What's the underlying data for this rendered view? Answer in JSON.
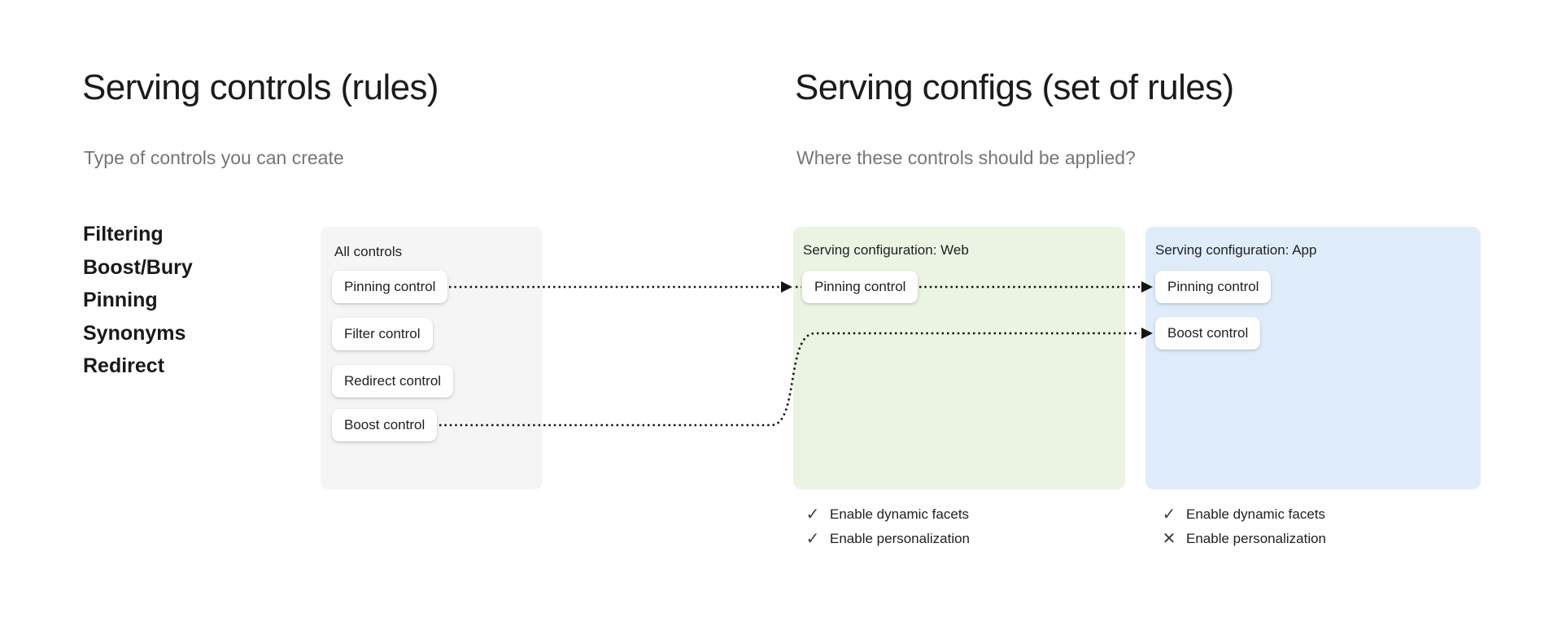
{
  "left_section": {
    "title": "Serving controls (rules)",
    "subtitle": "Type of controls you can create",
    "control_types": [
      "Filtering",
      "Boost/Bury",
      "Pinning",
      "Synonyms",
      "Redirect"
    ]
  },
  "right_section": {
    "title": "Serving configs (set of rules)",
    "subtitle": "Where these controls should be applied?"
  },
  "all_controls_panel": {
    "label": "All controls",
    "background": "#f5f5f6",
    "buttons": [
      "Pinning control",
      "Filter control",
      "Redirect control",
      "Boost control"
    ]
  },
  "web_config_panel": {
    "label": "Serving configuration: Web",
    "background": "#ebf4e3",
    "buttons": [
      "Pinning control"
    ],
    "footer": [
      {
        "icon": "check",
        "label": "Enable dynamic facets"
      },
      {
        "icon": "check",
        "label": "Enable personalization"
      }
    ]
  },
  "app_config_panel": {
    "label": "Serving configuration: App",
    "background": "#dfedfb",
    "buttons": [
      "Pinning control",
      "Boost control"
    ],
    "footer": [
      {
        "icon": "check",
        "label": "Enable dynamic facets"
      },
      {
        "icon": "cross",
        "label": "Enable personalization"
      }
    ]
  },
  "connections": [
    {
      "from": "All controls / Pinning control",
      "to": "Serving configuration Web / Pinning control",
      "style": "dotted-arrow"
    },
    {
      "from": "Serving configuration Web / Pinning control",
      "to": "Serving configuration App / Pinning control",
      "style": "dotted-arrow"
    },
    {
      "from": "All controls / Boost control",
      "to": "Serving configuration App / Boost control",
      "style": "dotted-arrow"
    }
  ],
  "icons": {
    "check": "✓",
    "cross": "✕"
  },
  "colors": {
    "background": "#ffffff",
    "heading_text": "#1b1b1b",
    "subtitle_text": "#767676",
    "panel_gray": "#f5f5f6",
    "panel_green": "#ebf4e3",
    "panel_blue": "#dfedfb",
    "chip_background": "#ffffff",
    "arrow": "#141414",
    "footer_icon": "#3c4043"
  }
}
